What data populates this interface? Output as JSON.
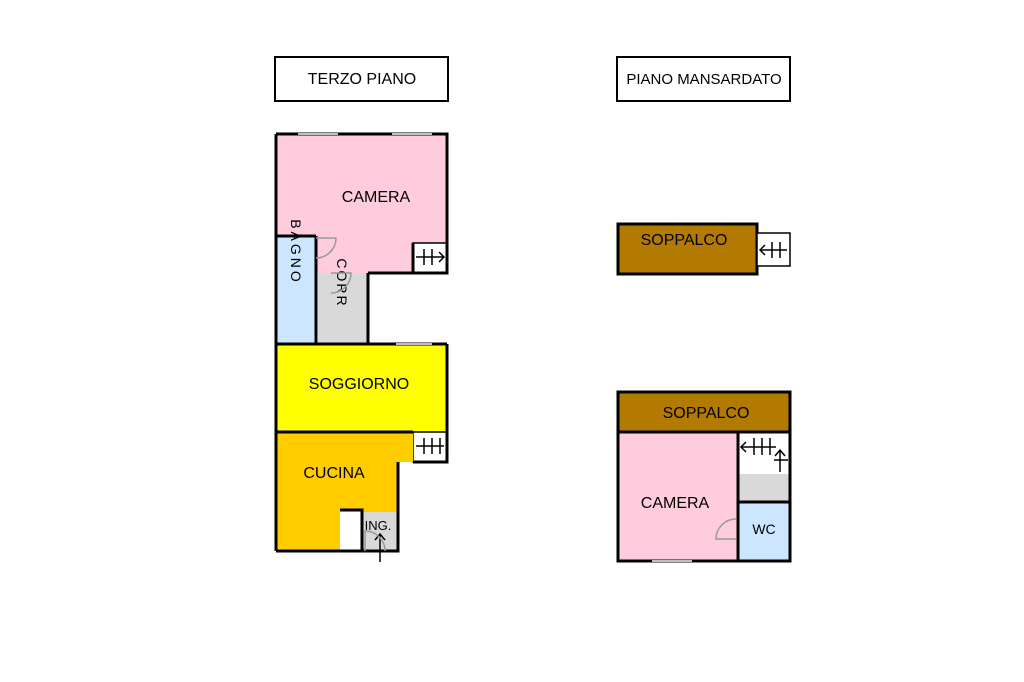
{
  "floors": [
    {
      "title": "TERZO PIANO",
      "rooms": [
        {
          "key": "camera",
          "label": "CAMERA",
          "color": "#ffccdd"
        },
        {
          "key": "bagno",
          "label": "BAGNO",
          "color": "#cce6ff"
        },
        {
          "key": "corr",
          "label": "CORR",
          "color": "#d9d9d9"
        },
        {
          "key": "soggiorno",
          "label": "SOGGIORNO",
          "color": "#ffff00"
        },
        {
          "key": "cucina",
          "label": "CUCINA",
          "color": "#ffcc00"
        },
        {
          "key": "ing",
          "label": "ING.",
          "color": "#d9d9d9"
        }
      ]
    },
    {
      "title": "PIANO MANSARDATO",
      "rooms": [
        {
          "key": "soppalco-top",
          "label": "SOPPALCO",
          "color": "#b27a00"
        },
        {
          "key": "soppalco-bottom",
          "label": "SOPPALCO",
          "color": "#b27a00"
        },
        {
          "key": "camera-m",
          "label": "CAMERA",
          "color": "#ffccdd"
        },
        {
          "key": "wc",
          "label": "WC",
          "color": "#cce6ff"
        },
        {
          "key": "stair-landing",
          "label": "",
          "color": "#d9d9d9"
        }
      ]
    }
  ]
}
